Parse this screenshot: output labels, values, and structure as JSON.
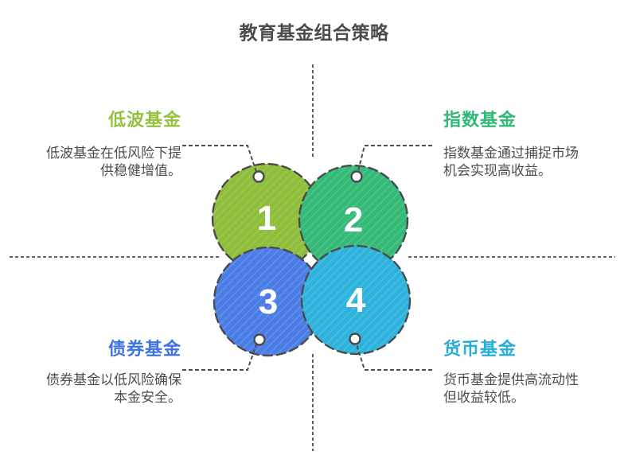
{
  "title": "教育基金组合策略",
  "colors": {
    "heading_text": "#4b4b4b",
    "body_text": "#4d4d4d",
    "line_color": "#4d4d4d",
    "circle_outline": "#4a4a4a",
    "number_text": "#ffffff"
  },
  "quadrants": [
    {
      "number": "1",
      "label": "低波基金",
      "label_color": "#94C13E",
      "circle_color": "#8FBE3B",
      "desc_lines": [
        "低波基金在低风险下提",
        "供稳健增值。"
      ]
    },
    {
      "number": "2",
      "label": "指数基金",
      "label_color": "#30B877",
      "circle_color": "#35BA78",
      "desc_lines": [
        "指数基金通过捕捉市场",
        "机会实现高收益。"
      ]
    },
    {
      "number": "3",
      "label": "债券基金",
      "label_color": "#3D74E0",
      "circle_color": "#4A7EE6",
      "desc_lines": [
        "债券基金以低风险确保",
        "本金安全。"
      ]
    },
    {
      "number": "4",
      "label": "货币基金",
      "label_color": "#27AED8",
      "circle_color": "#2DB3DC",
      "desc_lines": [
        "货币基金提供高流动性",
        "但收益较低。"
      ]
    }
  ]
}
